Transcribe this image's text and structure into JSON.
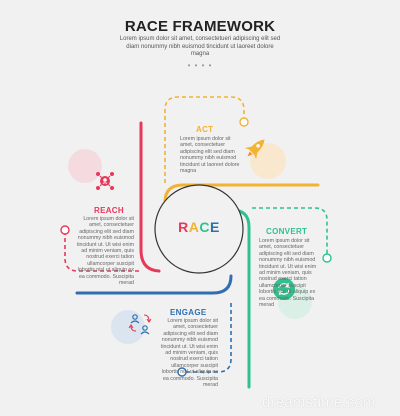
{
  "header": {
    "title": "RACE FRAMEWORK",
    "subtitle": "Lorem ipsum dolor sit amet, consectetueri adipiscing elit sed diam nonummy nibh euismod tincidunt ut laoreet dolore magna",
    "dots": "• • • •"
  },
  "center": {
    "letters": [
      "R",
      "A",
      "C",
      "E"
    ]
  },
  "stages": {
    "act": {
      "label": "ACT",
      "text": "Lorem ipsum dolor sit amet, consectetuer adipiscing elit sed diam nonummy nibh euismod tincidunt ut laoreet dolore magna"
    },
    "reach": {
      "label": "REACH",
      "text": "Lorem ipsum dolor sit amet, consectetuer adipiscing elit sed diam nonummy nibh euismod tincidunt ut. Ut wisi enim ad minim veniam, quis nostrud exerci tation ullamcorper suscipit lobortis nisl ut aliquip ex ea commodo. Suscipita merad"
    },
    "convert": {
      "label": "CONVERT",
      "text": "Lorem ipsum dolor sit amet, consectetuer adipiscing elit sed diam nonummy nibh euismod tincidunt ut. Ut wisi enim ad minim veniam, quis nostrud exerci tation ullamcorper suscipit lobortis nisl ut aliquip ex ea commodo. Suscipita merad"
    },
    "engage": {
      "label": "ENGAGE",
      "text": "Lorem ipsum dolor sit amet, consectetuer adipiscing elit sed diam nonummy nibh euismod tincidunt ut. Ut wisi enim ad minim veniam, quis nostrud exerci tation ullamcorper suscipit lobortis nisl ut aliquip ex ea commodo. Suscipita merad"
    }
  },
  "colors": {
    "reach": "#e8385a",
    "act": "#f2b233",
    "convert": "#2fc28e",
    "engage": "#2f6fb0",
    "ring": "#333333"
  },
  "icons": {
    "act": "rocket-icon",
    "reach": "network-target-icon",
    "convert": "refresh-cycle-icon",
    "engage": "people-exchange-icon"
  },
  "watermark": "dreamstime.com"
}
